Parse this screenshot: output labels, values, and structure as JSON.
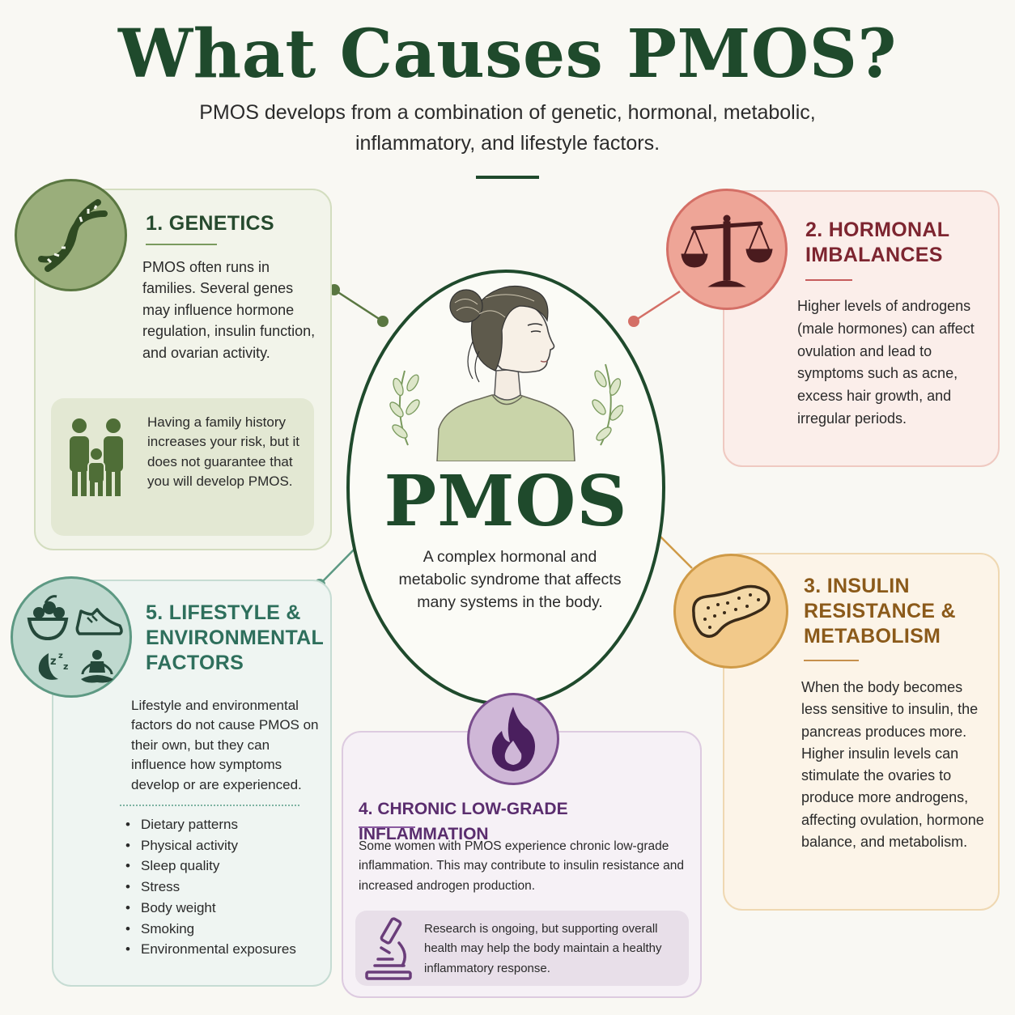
{
  "title": "What Causes PMOS?",
  "subtitle": "PMOS develops from a combination of genetic, hormonal, metabolic, inflammatory, and lifestyle factors.",
  "center": {
    "title": "PMOS",
    "description": "A complex hormonal and metabolic syndrome that affects many systems in the body."
  },
  "genetics": {
    "title": "1. GENETICS",
    "body": "PMOS often runs in families. Several genes may influence hormone regulation, insulin function, and ovarian activity.",
    "note": "Having a family history increases your risk, but it does not guarantee that you will develop PMOS."
  },
  "hormonal": {
    "title": "2. HORMONAL IMBALANCES",
    "body": "Higher levels of androgens (male hormones) can affect ovulation and lead to symptoms such as acne, excess hair growth, and irregular periods."
  },
  "insulin": {
    "title": "3. INSULIN RESISTANCE & METABOLISM",
    "body": "When the body becomes less sensitive to insulin, the pancreas produces more. Higher insulin levels can stimulate the ovaries to produce more androgens, affecting ovulation, hormone balance, and metabolism."
  },
  "inflammation": {
    "title": "4. CHRONIC LOW-GRADE INFLAMMATION",
    "body": "Some women with PMOS experience chronic low-grade inflammation. This may contribute to insulin resistance and increased androgen production.",
    "note": "Research is ongoing, but supporting overall health may help the body maintain a healthy inflammatory response."
  },
  "lifestyle": {
    "title": "5. LIFESTYLE & ENVIRONMENTAL FACTORS",
    "body": "Lifestyle and environmental factors do not cause PMOS on their own, but they can influence how symptoms develop or are experienced.",
    "items": [
      "Dietary patterns",
      "Physical activity",
      "Sleep quality",
      "Stress",
      "Body weight",
      "Smoking",
      "Environmental exposures"
    ]
  },
  "colors": {
    "primary": "#1f4a2c",
    "genetics": "#5a7741",
    "hormonal": "#d46f66",
    "insulin": "#cf9a47",
    "inflammation": "#7a4d8d",
    "lifestyle": "#5d9983"
  },
  "icons": {
    "genetics": "dna-icon",
    "genetics_note": "family-icon",
    "hormonal": "scales-icon",
    "insulin": "pancreas-icon",
    "inflammation": "flame-icon",
    "inflammation_note": "microscope-icon",
    "lifestyle": [
      "salad-icon",
      "sneaker-icon",
      "sleep-moon-icon",
      "meditation-icon"
    ],
    "center": "woman-profile-illustration"
  }
}
